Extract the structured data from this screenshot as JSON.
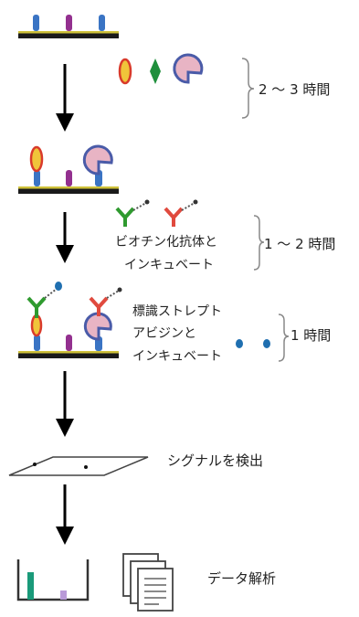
{
  "steps": {
    "step1_time": "2 〜 3 時間",
    "step2_line1": "ビオチン化抗体と",
    "step2_line2": "インキュベート",
    "step2_time": "1 〜 2 時間",
    "step3_line1": "標識ストレプト",
    "step3_line2": "アビジンと",
    "step3_line3": "インキュベート",
    "step3_time": "1 時間",
    "step4_label": "シグナルを検出",
    "step5_label": "データ解析"
  },
  "colors": {
    "plate": "#1a1a1a",
    "plate_rim": "#cfc13a",
    "capture_blue": "#3a74c4",
    "capture_purple": "#93308f",
    "oval_green": "#3d8b2f",
    "oval_red": "#d93b2b",
    "oval_yellow": "#f0c43a",
    "diamond": "#1f8f3c",
    "pacman_fill": "#e8b4c4",
    "pacman_edge": "#4a5ba8",
    "ab_green": "#2f9a2f",
    "ab_red": "#e04a3e",
    "strep_dot": "#1f6fb0",
    "bar_teal": "#1a9a7a",
    "bar_lilac": "#b99ad8"
  },
  "icons": [
    "flow-arrow-icon",
    "plate-icon",
    "antigen-icon",
    "antibody-icon",
    "streptavidin-icon",
    "scanner-slide-icon",
    "bar-chart-icon",
    "document-stack-icon",
    "brace-icon"
  ]
}
